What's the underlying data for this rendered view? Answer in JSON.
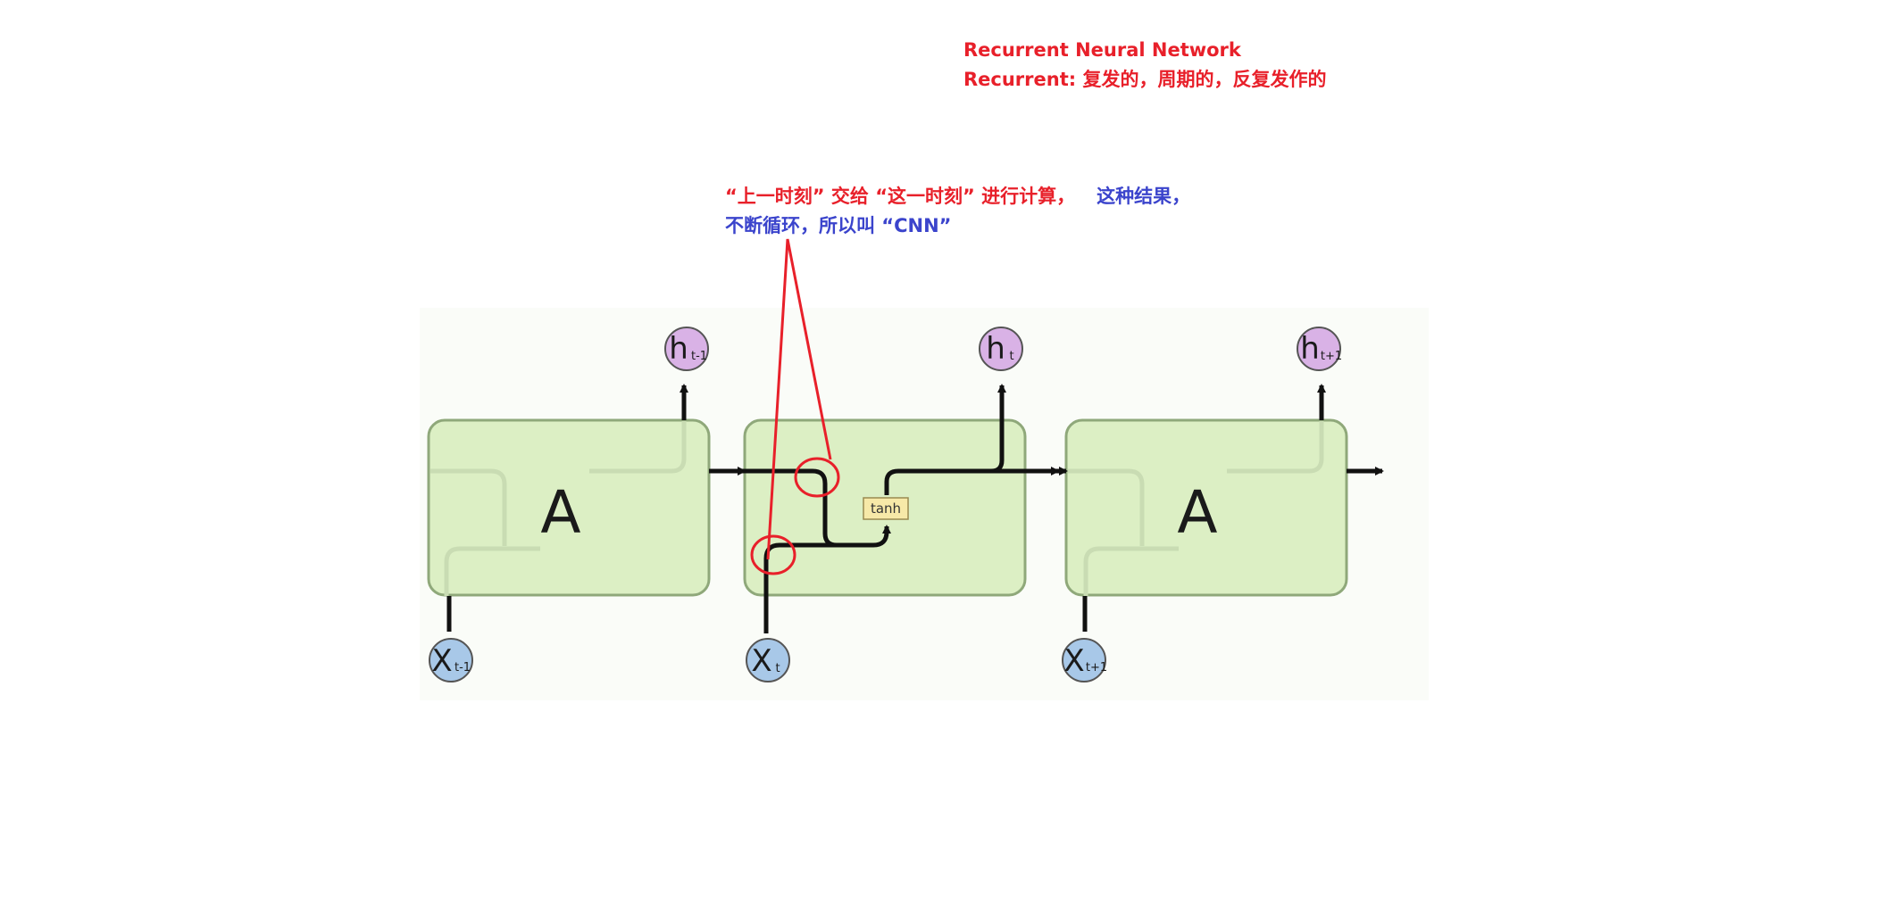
{
  "annotations": {
    "title": "Recurrent Neural Network",
    "subtitle": "Recurrent: 复发的，周期的，反复发作的",
    "note_part1": "“上一时刻” 交给 “这一时刻” 进行计算，",
    "note_part2": "这种结果，",
    "note_line2": "不断循环，所以叫 “CNN”"
  },
  "diagram": {
    "cells": [
      {
        "label": "A"
      },
      {
        "label": ""
      },
      {
        "label": "A"
      }
    ],
    "activation_label": "tanh",
    "outputs": [
      {
        "main": "h",
        "sub": "t-1"
      },
      {
        "main": "h",
        "sub": "t"
      },
      {
        "main": "h",
        "sub": "t+1"
      }
    ],
    "inputs": [
      {
        "main": "X",
        "sub": "t-1"
      },
      {
        "main": "X",
        "sub": "t"
      },
      {
        "main": "X",
        "sub": "t+1"
      }
    ]
  },
  "colors": {
    "cell_fill": "#dcefc4",
    "cell_stroke": "#8fa87a",
    "output_node": "#d9b2e6",
    "input_node": "#a8c8e8",
    "annotation_red": "#e8202a",
    "annotation_blue": "#3b44cc",
    "tanh_box": "#f7e9a8"
  }
}
